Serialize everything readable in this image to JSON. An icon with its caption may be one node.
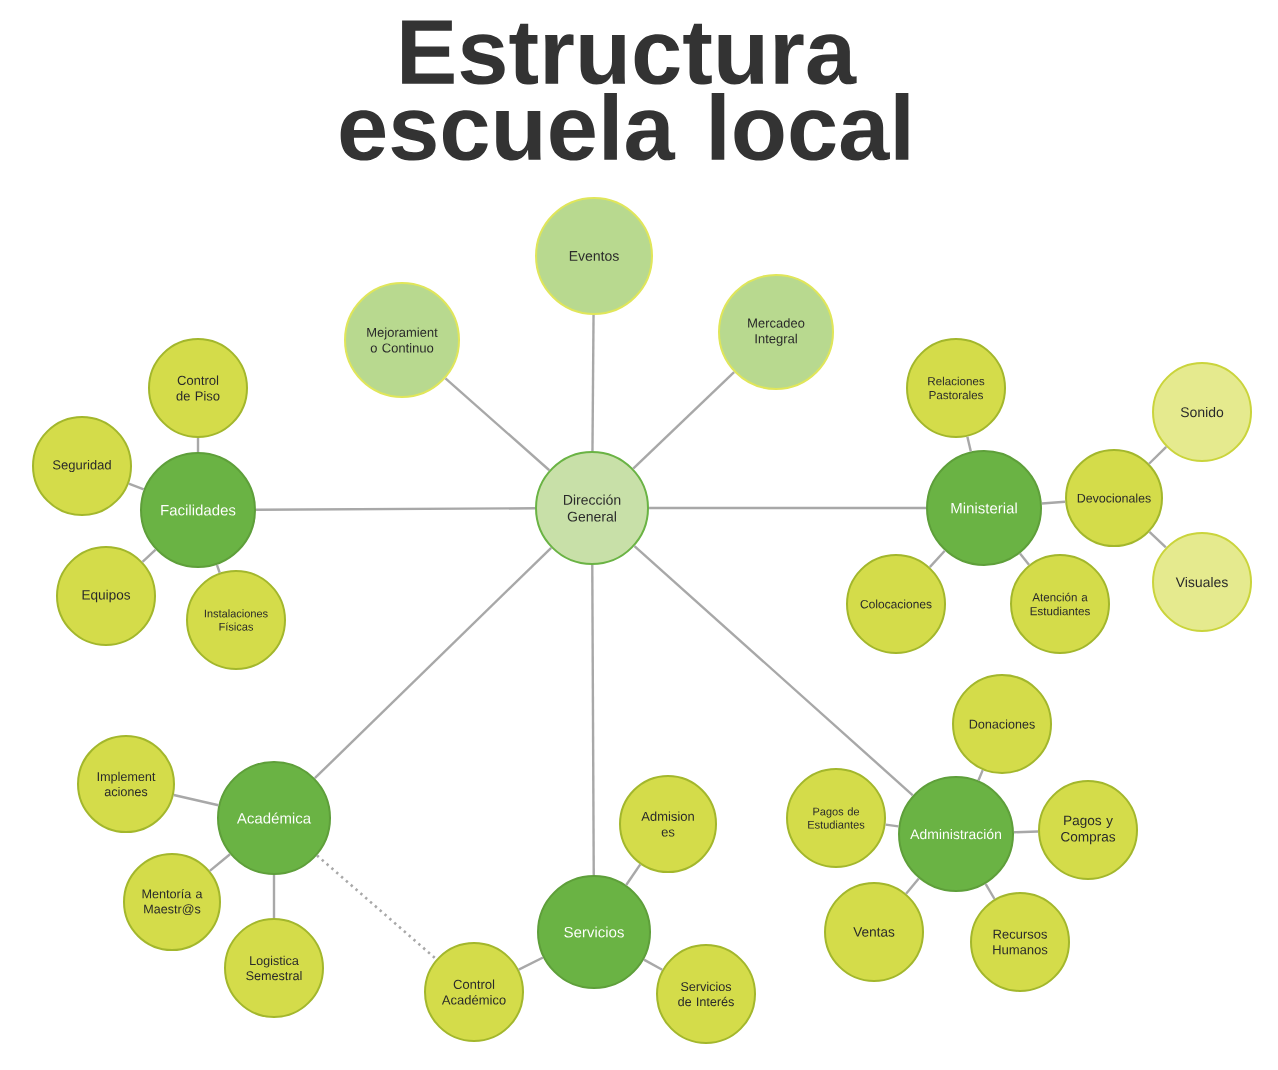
{
  "diagram": {
    "title": "Estructura escuela local",
    "nodes": [
      {
        "text": [
          "Dirección General"
        ]
      },
      {
        "text": [
          "Mejoramient o Continuo"
        ]
      },
      {
        "text": [
          "Eventos"
        ]
      },
      {
        "text": [
          "Mercadeo Integral"
        ]
      },
      {
        "text": [
          "Facilidades"
        ]
      },
      {
        "text": [
          "Control de Piso"
        ]
      },
      {
        "text": [
          "Seguridad"
        ]
      },
      {
        "text": [
          "Equipos"
        ]
      },
      {
        "text": [
          "Instalaciones Físicas"
        ]
      },
      {
        "text": [
          "Ministerial"
        ]
      },
      {
        "text": [
          "Relaciones Pastorales"
        ]
      },
      {
        "text": [
          "Devocionales"
        ]
      },
      {
        "text": [
          "Sonido"
        ]
      },
      {
        "text": [
          "Visuales"
        ]
      },
      {
        "text": [
          "Colocaciones"
        ]
      },
      {
        "text": [
          "Atención a Estudiantes"
        ]
      },
      {
        "text": [
          "Académica"
        ]
      },
      {
        "text": [
          "Implement aciones"
        ]
      },
      {
        "text": [
          "Mentoría a Maestr@s"
        ]
      },
      {
        "text": [
          "Logistica Semestral"
        ]
      },
      {
        "text": [
          "Servicios"
        ]
      },
      {
        "text": [
          "Admision es"
        ]
      },
      {
        "text": [
          "Control Académico"
        ]
      },
      {
        "text": [
          "Servicios de Interés"
        ]
      },
      {
        "text": [
          "Administración"
        ]
      },
      {
        "text": [
          "Donaciones"
        ]
      },
      {
        "text": [
          "Pagos de Estudiantes"
        ]
      },
      {
        "text": [
          "Pagos y Compras"
        ]
      },
      {
        "text": [
          "Ventas"
        ]
      },
      {
        "text": [
          "Recursos Humanos"
        ]
      }
    ],
    "edges": [
      {
        "from": 0,
        "to": 1,
        "arrow": "none"
      },
      {
        "from": 0,
        "to": 2,
        "arrow": "none"
      },
      {
        "from": 0,
        "to": 3,
        "arrow": "none"
      },
      {
        "from": 0,
        "to": 4,
        "arrow": "none"
      },
      {
        "from": 0,
        "to": 9,
        "arrow": "none"
      },
      {
        "from": 0,
        "to": 16,
        "arrow": "none"
      },
      {
        "from": 0,
        "to": 20,
        "arrow": "none"
      },
      {
        "from": 0,
        "to": 24,
        "arrow": "none"
      },
      {
        "from": 4,
        "to": 5,
        "arrow": "none"
      },
      {
        "from": 4,
        "to": 6,
        "arrow": "none"
      },
      {
        "from": 4,
        "to": 7,
        "arrow": "none"
      },
      {
        "from": 4,
        "to": 8,
        "arrow": "none"
      },
      {
        "from": 9,
        "to": 10,
        "arrow": "none"
      },
      {
        "from": 9,
        "to": 11,
        "arrow": "none"
      },
      {
        "from": 11,
        "to": 12,
        "arrow": "none"
      },
      {
        "from": 11,
        "to": 13,
        "arrow": "none"
      },
      {
        "from": 9,
        "to": 14,
        "arrow": "none"
      },
      {
        "from": 9,
        "to": 15,
        "arrow": "none"
      },
      {
        "from": 16,
        "to": 17,
        "arrow": "none"
      },
      {
        "from": 16,
        "to": 18,
        "arrow": "none"
      },
      {
        "from": 16,
        "to": 19,
        "arrow": "none"
      },
      {
        "from": 16,
        "to": 22,
        "arrow": "none",
        "style": "dashed"
      },
      {
        "from": 20,
        "to": 21,
        "arrow": "none"
      },
      {
        "from": 20,
        "to": 22,
        "arrow": "none"
      },
      {
        "from": 20,
        "to": 23,
        "arrow": "none"
      },
      {
        "from": 24,
        "to": 25,
        "arrow": "none"
      },
      {
        "from": 24,
        "to": 26,
        "arrow": "none"
      },
      {
        "from": 24,
        "to": 27,
        "arrow": "none"
      },
      {
        "from": 24,
        "to": 28,
        "arrow": "none"
      },
      {
        "from": 24,
        "to": 29,
        "arrow": "none"
      }
    ]
  }
}
